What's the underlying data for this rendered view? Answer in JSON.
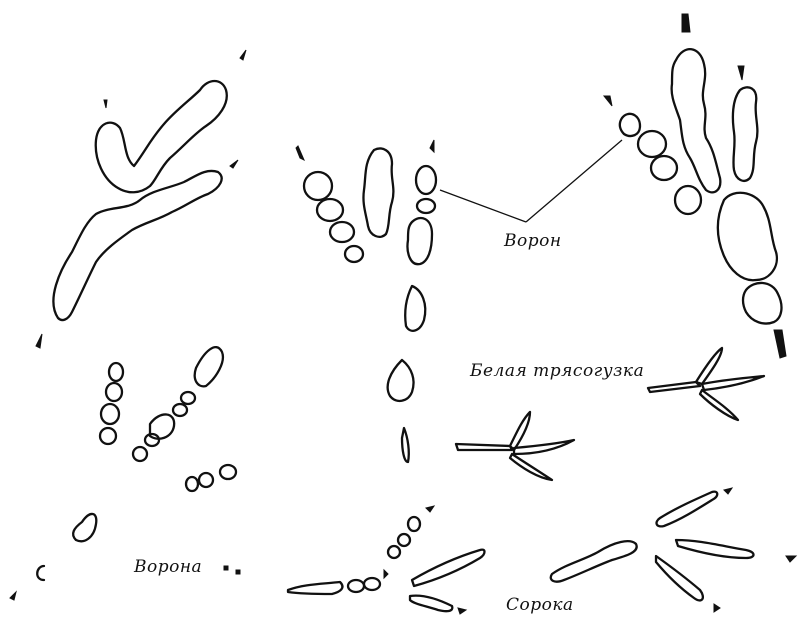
{
  "labels": {
    "raven": "Ворон",
    "white_wagtail": "Белая трясогузка",
    "crow": "Ворона",
    "magpie": "Сорока"
  },
  "colors": {
    "ink": "#111111",
    "paper": "#ffffff"
  }
}
